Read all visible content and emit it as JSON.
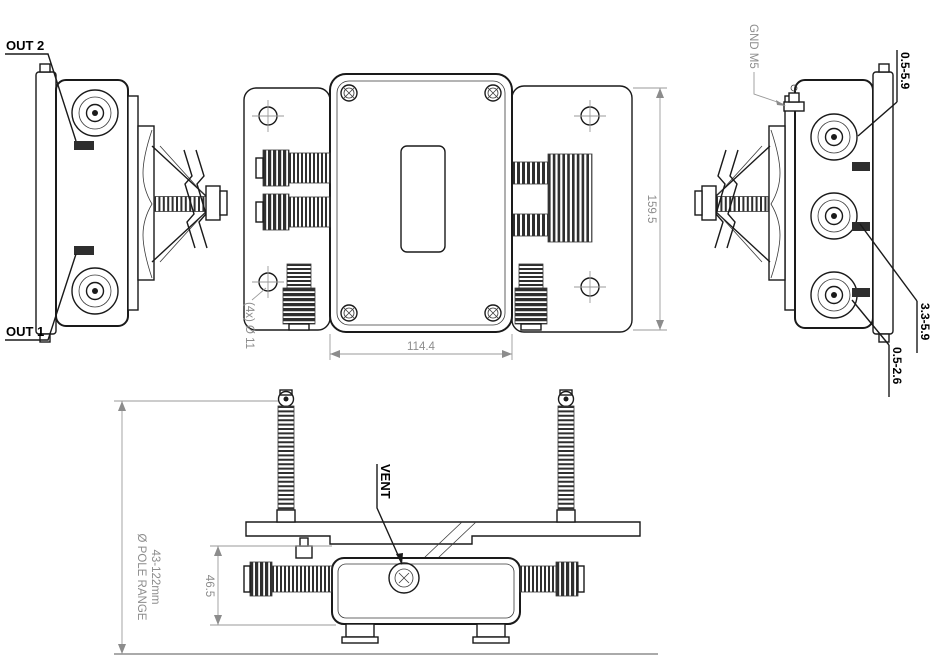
{
  "left_view": {
    "out2": "OUT 2",
    "out1": "OUT 1"
  },
  "front_view": {
    "height_dim": "159.5",
    "width_dim": "114.4",
    "holes_note": "(4x) Ø 11"
  },
  "right_view": {
    "gnd_label": "GND M5",
    "band_top": "0.5-5.9",
    "band_mid": "3.3-5.9",
    "band_low": "0.5-2.6"
  },
  "mounting_view": {
    "vent_label": "VENT",
    "offset_dim": "46.5",
    "pole_range_label": "Ø POLE RANGE",
    "pole_range_value": "43-122mm"
  },
  "colors": {
    "line": "#1a1a1a",
    "dimension": "#8c8c8c",
    "label": "#000000"
  }
}
